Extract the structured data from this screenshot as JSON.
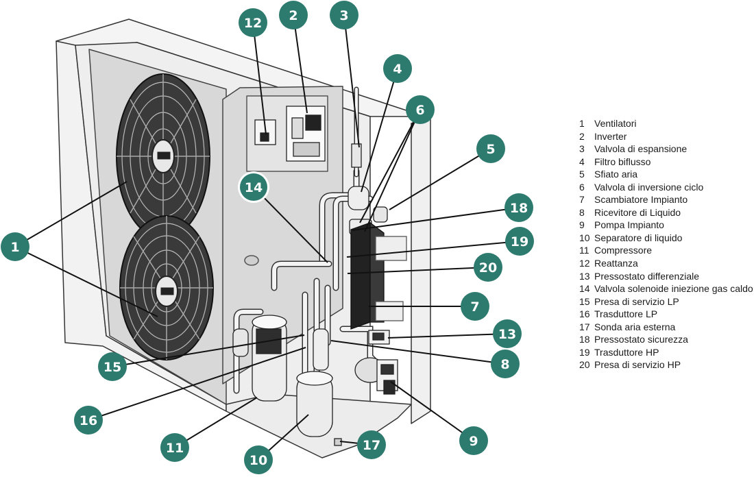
{
  "badge_color": "#2d7a6e",
  "badges": [
    {
      "number": "1"
    },
    {
      "number": "2"
    },
    {
      "number": "3"
    },
    {
      "number": "4"
    },
    {
      "number": "5"
    },
    {
      "number": "6"
    },
    {
      "number": "7"
    },
    {
      "number": "8"
    },
    {
      "number": "9"
    },
    {
      "number": "10"
    },
    {
      "number": "11"
    },
    {
      "number": "12"
    },
    {
      "number": "13"
    },
    {
      "number": "14"
    },
    {
      "number": "15"
    },
    {
      "number": "16"
    },
    {
      "number": "17"
    },
    {
      "number": "18"
    },
    {
      "number": "19"
    },
    {
      "number": "20"
    }
  ],
  "legend": [
    {
      "number": "1",
      "label": "Ventilatori"
    },
    {
      "number": "2",
      "label": "Inverter"
    },
    {
      "number": "3",
      "label": "Valvola di espansione"
    },
    {
      "number": "4",
      "label": "Filtro biflusso"
    },
    {
      "number": "5",
      "label": "Sfiato aria"
    },
    {
      "number": "6",
      "label": "Valvola di inversione ciclo"
    },
    {
      "number": "7",
      "label": "Scambiatore Impianto"
    },
    {
      "number": "8",
      "label": "Ricevitore di Liquido"
    },
    {
      "number": "9",
      "label": "Pompa Impianto"
    },
    {
      "number": "10",
      "label": "Separatore di liquido"
    },
    {
      "number": "11",
      "label": "Compressore"
    },
    {
      "number": "12",
      "label": "Reattanza"
    },
    {
      "number": "13",
      "label": "Pressostato differenziale"
    },
    {
      "number": "14",
      "label": "Valvola solenoide iniezione gas caldo"
    },
    {
      "number": "15",
      "label": "Presa di servizio LP"
    },
    {
      "number": "16",
      "label": "Trasduttore LP"
    },
    {
      "number": "17",
      "label": "Sonda aria esterna"
    },
    {
      "number": "18",
      "label": "Pressostato sicurezza"
    },
    {
      "number": "19",
      "label": "Trasduttore HP"
    },
    {
      "number": "20",
      "label": "Presa di servizio HP"
    }
  ]
}
